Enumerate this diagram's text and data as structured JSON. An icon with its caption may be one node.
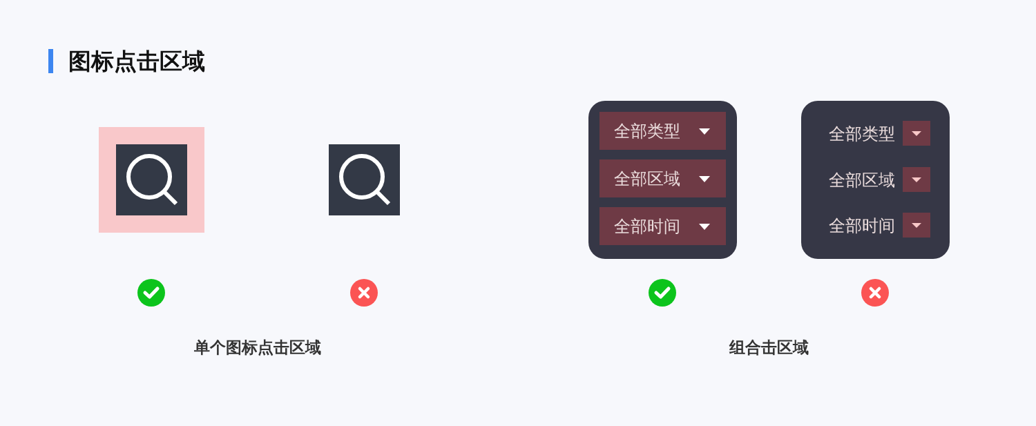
{
  "diagram": {
    "title": "图标点击区域",
    "nodes": [
      {
        "text": [],
        "shape": "box"
      },
      {
        "text": [
          "全部类型"
        ],
        "in": 0
      },
      {
        "text": [
          "全部区域"
        ],
        "in": 0
      },
      {
        "text": [
          "全部时间"
        ],
        "in": 0
      },
      {
        "text": [],
        "shape": "box"
      },
      {
        "text": [
          "全部类型"
        ],
        "in": 4
      },
      {
        "text": [
          "全部区域"
        ],
        "in": 4
      },
      {
        "text": [
          "全部时间"
        ],
        "in": 4
      }
    ],
    "labels": [
      "单个图标点击区域",
      "组合击区域"
    ]
  }
}
